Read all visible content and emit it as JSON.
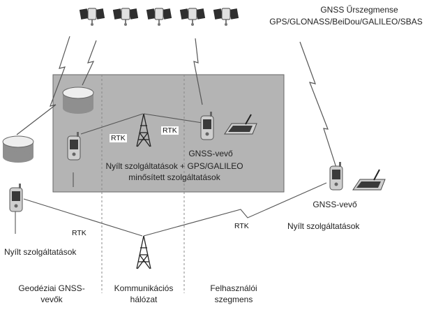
{
  "colors": {
    "panel_fill": "#b4b4b4",
    "panel_stroke": "#666666",
    "line": "#555555",
    "device_body": "#cfcfcf",
    "device_screen": "#3a3a3a",
    "disk_top": "#eeeeee",
    "disk_side": "#8f8f8f",
    "satellite_body": "#e0e0e0",
    "satellite_panel": "#2f2f2f"
  },
  "icons": [
    "satellite-icon",
    "reference-station-disk-icon",
    "gnss-receiver-icon",
    "radio-tower-icon",
    "tablet-pen-icon"
  ],
  "space_segment": {
    "title": "GNSS Űrszegmense",
    "systems": "GPS/GLONASS/BeiDou/GALILEO/SBAS"
  },
  "panel": {
    "receiver_label": "GNSS-vevő",
    "services_line1": "Nyílt szolgáltatások + GPS/GALILEO",
    "services_line2": "minősített szolgáltatások"
  },
  "right_user": {
    "receiver_label": "GNSS-vevő",
    "services": "Nyílt szolgáltatások"
  },
  "left_geodetic": {
    "services": "Nyílt szolgáltatások"
  },
  "link_labels": {
    "rtk_panel_left": "RTK",
    "rtk_panel_right": "RTK",
    "rtk_bottom_left": "RTK",
    "rtk_bottom_right": "RTK"
  },
  "segments": {
    "geodetic_line1": "Geodéziai GNSS-",
    "geodetic_line2": "vevők",
    "communication_line1": "Kommunikációs",
    "communication_line2": "hálózat",
    "user_line1": "Felhasználói",
    "user_line2": "szegmens"
  }
}
